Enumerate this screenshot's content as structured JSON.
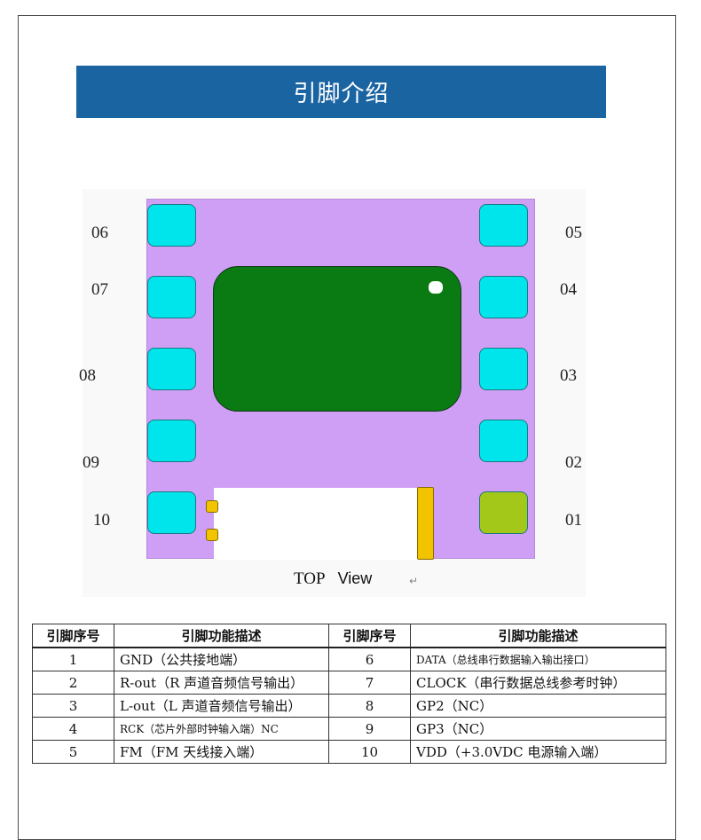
{
  "title": "引脚介绍",
  "diagram": {
    "caption_top": "TOP",
    "caption_view": "View",
    "return_mark": "↵",
    "left_pins": [
      "06",
      "07",
      "08",
      "09",
      "10"
    ],
    "right_pins": [
      "05",
      "04",
      "03",
      "02",
      "01"
    ],
    "colors": {
      "chip_body": "#cf9ff6",
      "pad": "#00e4ec",
      "pad_pin1": "#a3c81a",
      "die": "#0a7a12",
      "small_pad": "#f2c400",
      "title_bar": "#1a64a2"
    }
  },
  "table": {
    "headers": [
      "引脚序号",
      "引脚功能描述",
      "引脚序号",
      "引脚功能描述"
    ],
    "rows": [
      {
        "num_a": "1",
        "desc_a": "GND（公共接地端）",
        "num_b": "6",
        "desc_b": "DATA（总线串行数据输入输出接口）"
      },
      {
        "num_a": "2",
        "desc_a": "R-out（R 声道音频信号输出）",
        "num_b": "7",
        "desc_b": "CLOCK（串行数据总线参考时钟）"
      },
      {
        "num_a": "3",
        "desc_a": "L-out（L 声道音频信号输出）",
        "num_b": "8",
        "desc_b": "GP2（NC）"
      },
      {
        "num_a": "4",
        "desc_a": "RCK（芯片外部时钟输入端）NC",
        "num_b": "9",
        "desc_b": "GP3（NC）"
      },
      {
        "num_a": "5",
        "desc_a": "FM（FM 天线接入端）",
        "num_b": "10",
        "desc_b": "VDD（+3.0VDC 电源输入端）"
      }
    ]
  }
}
